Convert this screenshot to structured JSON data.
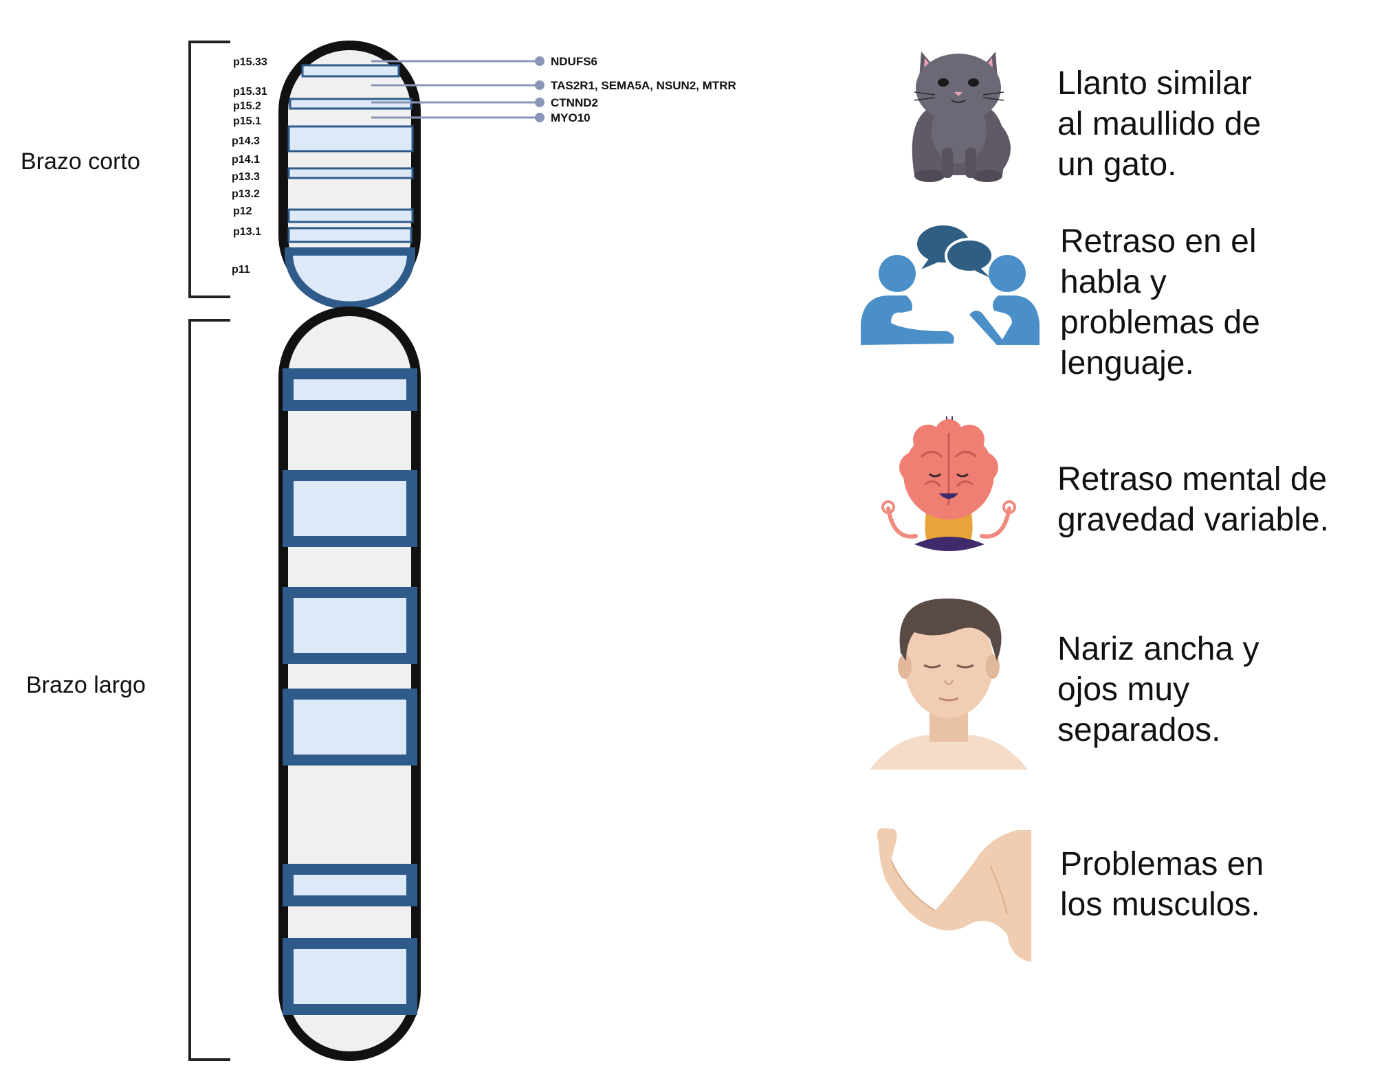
{
  "arms": {
    "short": "Brazo corto",
    "long": "Brazo largo"
  },
  "bands": [
    "p15.33",
    "p15.31",
    "p15.2",
    "p15.1",
    "p14.3",
    "p14.1",
    "p13.3",
    "p13.2",
    "p12",
    "p13.1",
    "p11"
  ],
  "genes": [
    "NDUFS6",
    "TAS2R1, SEMA5A, NSUN2, MTRR",
    "CTNND2",
    "MYO10"
  ],
  "symptoms": [
    {
      "icon": "cat-icon",
      "lines": [
        "Llanto similar",
        "al maullido de",
        "un gato."
      ]
    },
    {
      "icon": "people-talking-icon",
      "lines": [
        "Retraso en el",
        "habla y",
        "problemas de",
        "lenguaje."
      ]
    },
    {
      "icon": "meditating-brain-icon",
      "lines": [
        "Retraso mental de",
        "gravedad variable."
      ]
    },
    {
      "icon": "face-icon",
      "lines": [
        "Nariz ancha y",
        "ojos muy",
        "separados."
      ]
    },
    {
      "icon": "flexed-arm-icon",
      "lines": [
        "Problemas en",
        "los musculos."
      ]
    }
  ],
  "colors": {
    "outline": "#111111",
    "band_border": "#2e5b8a",
    "band_fill": "#dde9f7",
    "chromosome_fill": "#f0f0f0",
    "gene_line": "#8a96b8",
    "speech_blue": "#4a8fc7"
  }
}
